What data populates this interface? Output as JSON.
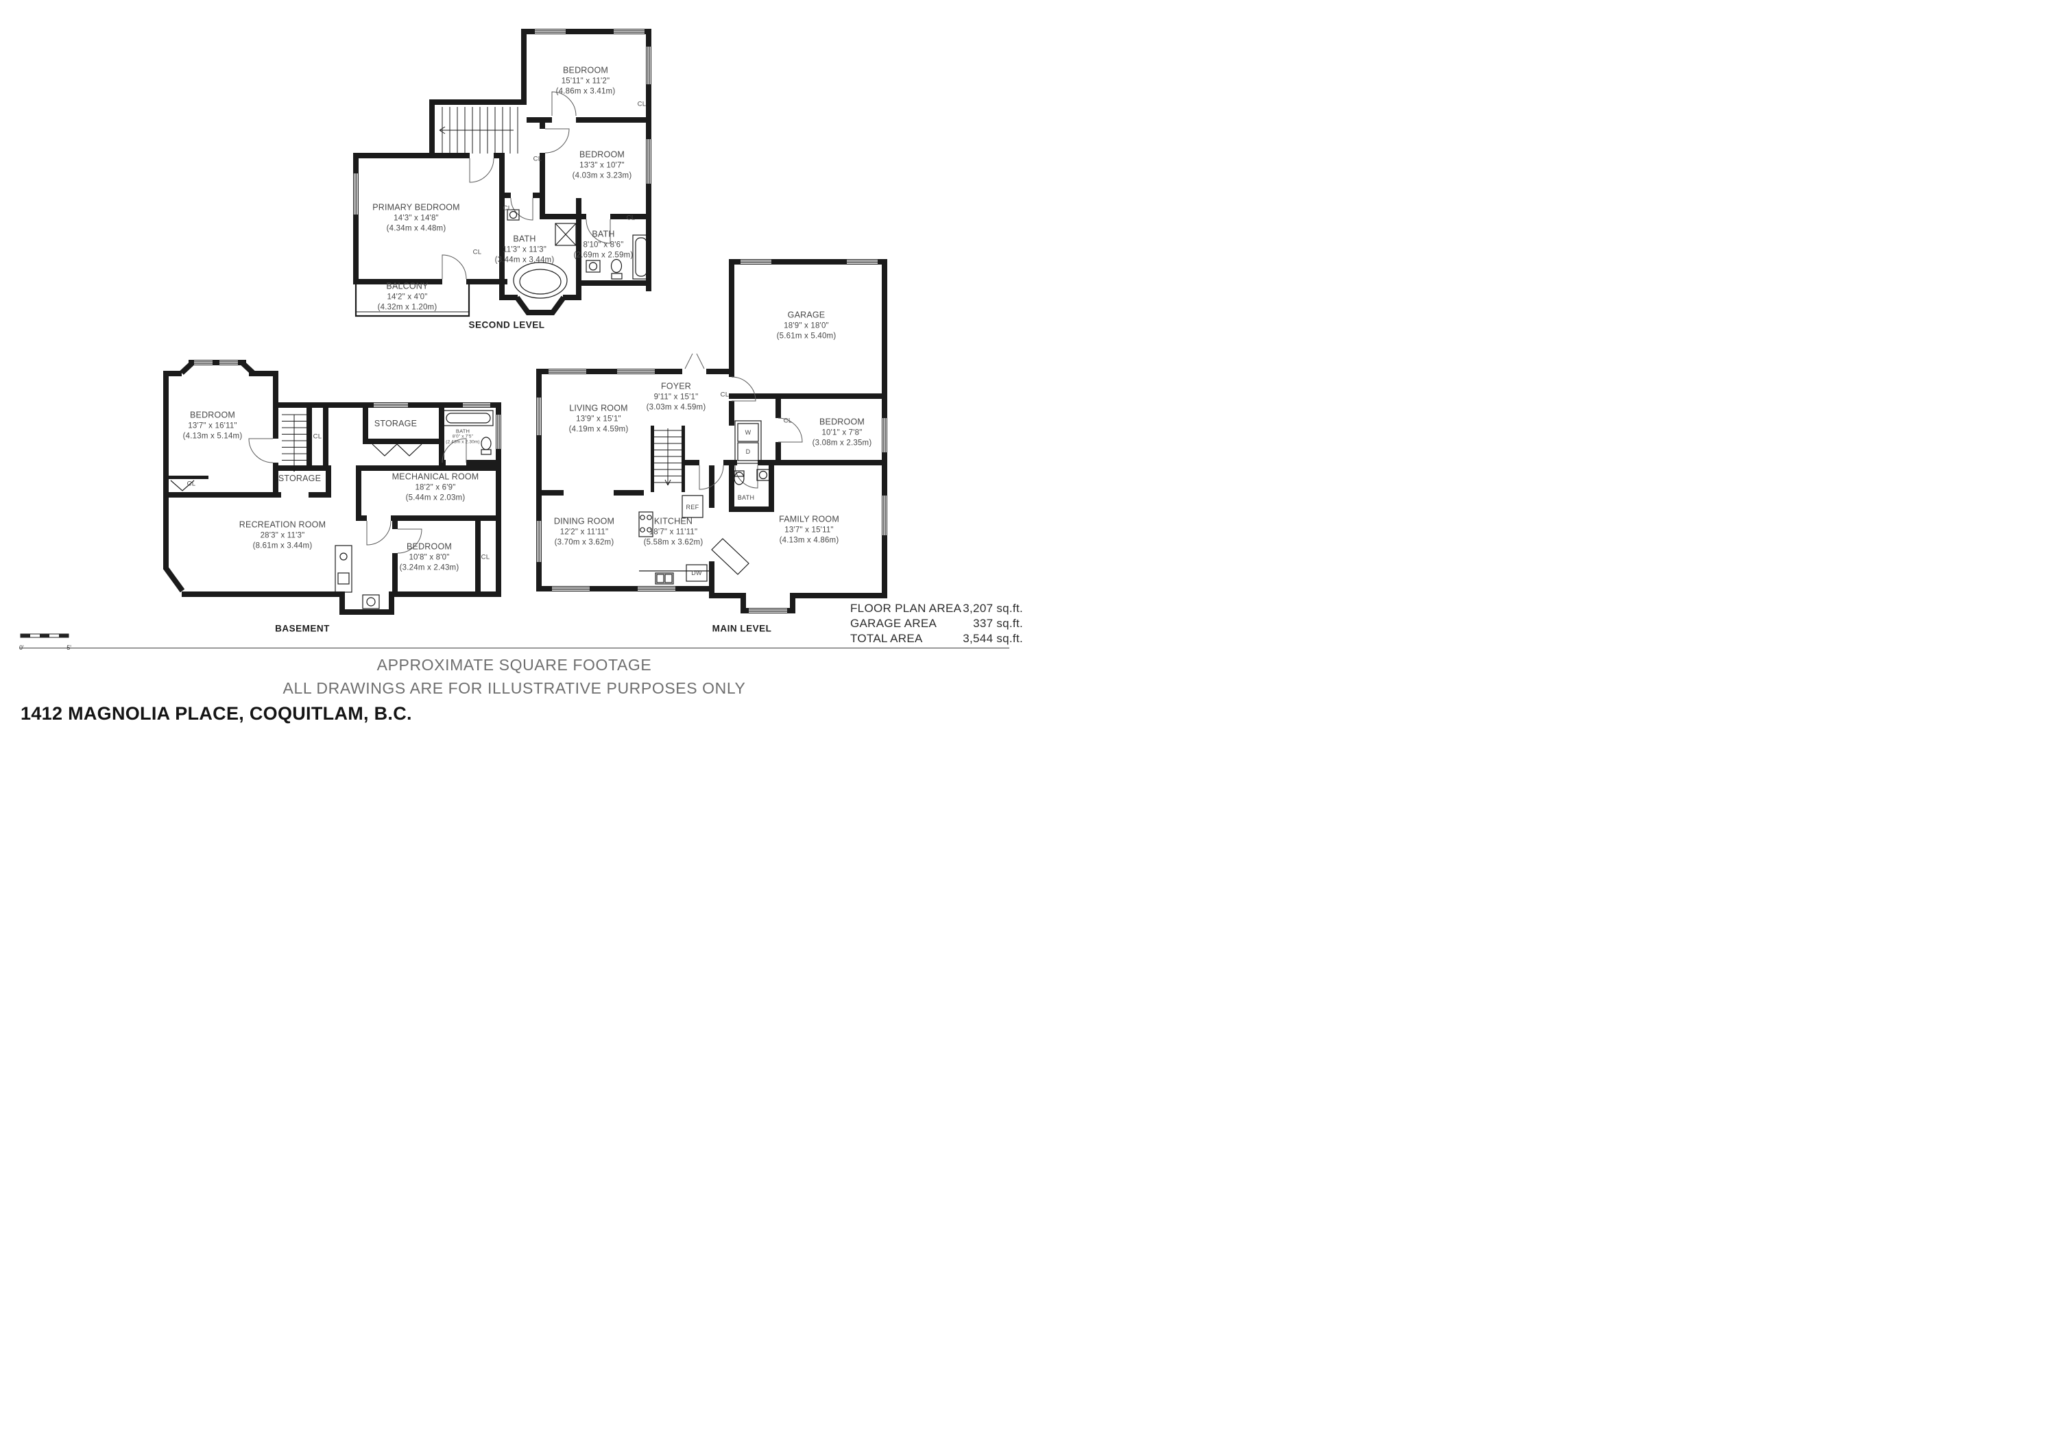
{
  "meta": {
    "address": "1412 MAGNOLIA PLACE, COQUITLAM, B.C."
  },
  "footer": {
    "line1": "APPROXIMATE SQUARE FOOTAGE",
    "line2": "ALL DRAWINGS ARE FOR ILLUSTRATIVE PURPOSES ONLY"
  },
  "scale_bar": {
    "start": "0'",
    "end": "5'"
  },
  "area_summary": {
    "rows": [
      {
        "label": "FLOOR PLAN AREA",
        "value": "3,207 sq.ft."
      },
      {
        "label": "GARAGE AREA",
        "value": "337 sq.ft."
      },
      {
        "label": "TOTAL AREA",
        "value": "3,544 sq.ft."
      }
    ]
  },
  "glossary": {
    "closet": "CL",
    "washer": "W",
    "dryer": "D",
    "fridge": "REF",
    "dishwasher": "DW"
  },
  "levels": {
    "second": {
      "title": "SECOND LEVEL",
      "rooms": {
        "bedroom_top": {
          "name": "BEDROOM",
          "imperial": "15'11\" x 11'2\"",
          "metric": "(4.86m x 3.41m)"
        },
        "bedroom_mid": {
          "name": "BEDROOM",
          "imperial": "13'3\" x 10'7\"",
          "metric": "(4.03m x 3.23m)"
        },
        "primary": {
          "name": "PRIMARY BEDROOM",
          "imperial": "14'3\" x 14'8\"",
          "metric": "(4.34m x 4.48m)"
        },
        "bath_main": {
          "name": "BATH",
          "imperial": "11'3\" x 11'3\"",
          "metric": "(3.44m x 3.44m)"
        },
        "bath_second": {
          "name": "BATH",
          "imperial": "8'10\" x 8'6\"",
          "metric": "(2.69m x 2.59m)"
        },
        "balcony": {
          "name": "BALCONY",
          "imperial": "14'2\" x 4'0\"",
          "metric": "(4.32m x 1.20m)"
        }
      }
    },
    "basement": {
      "title": "BASEMENT",
      "rooms": {
        "bedroom_large": {
          "name": "BEDROOM",
          "imperial": "13'7\" x 16'11\"",
          "metric": "(4.13m x 5.14m)"
        },
        "storage_top": {
          "name": "STORAGE"
        },
        "bath": {
          "name": "BATH",
          "imperial": "8'0\" x 7'5\"",
          "metric": "(2.43m x 2.30m)"
        },
        "storage_small": {
          "name": "STORAGE"
        },
        "mechanical": {
          "name": "MECHANICAL ROOM",
          "imperial": "18'2\" x 6'9\"",
          "metric": "(5.44m x 2.03m)"
        },
        "recreation": {
          "name": "RECREATION ROOM",
          "imperial": "28'3\" x 11'3\"",
          "metric": "(8.61m x 3.44m)"
        },
        "bedroom_small": {
          "name": "BEDROOM",
          "imperial": "10'8\" x 8'0\"",
          "metric": "(3.24m x 2.43m)"
        }
      }
    },
    "main": {
      "title": "MAIN LEVEL",
      "rooms": {
        "garage": {
          "name": "GARAGE",
          "imperial": "18'9\" x 18'0\"",
          "metric": "(5.61m x 5.40m)"
        },
        "foyer": {
          "name": "FOYER",
          "imperial": "9'11\" x 15'1\"",
          "metric": "(3.03m x 4.59m)"
        },
        "living": {
          "name": "LIVING ROOM",
          "imperial": "13'9\" x 15'1\"",
          "metric": "(4.19m x 4.59m)"
        },
        "bedroom": {
          "name": "BEDROOM",
          "imperial": "10'1\" x 7'8\"",
          "metric": "(3.08m x 2.35m)"
        },
        "bath": {
          "name": "BATH"
        },
        "dining": {
          "name": "DINING ROOM",
          "imperial": "12'2\" x 11'11\"",
          "metric": "(3.70m x 3.62m)"
        },
        "kitchen": {
          "name": "KITCHEN",
          "imperial": "18'7\" x 11'11\"",
          "metric": "(5.58m x 3.62m)"
        },
        "family": {
          "name": "FAMILY ROOM",
          "imperial": "13'7\" x 15'11\"",
          "metric": "(4.13m x 4.86m)"
        }
      }
    }
  }
}
